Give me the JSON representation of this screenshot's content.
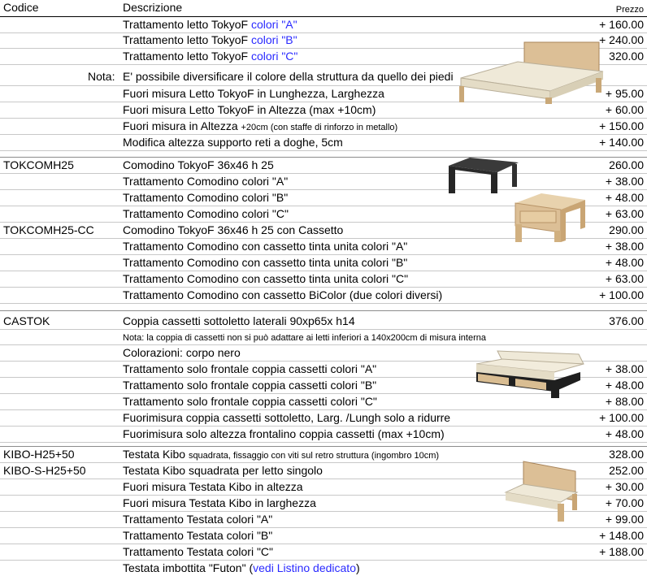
{
  "header": {
    "code": "Codice",
    "desc": "Descrizione",
    "price": "Prezzo"
  },
  "rows": [
    {
      "code": "",
      "d1": "Trattamento letto TokyoF ",
      "d2": "colori \"A\"",
      "price": "+ 160.00"
    },
    {
      "code": "",
      "d1": "Trattamento letto TokyoF ",
      "d2": "colori \"B\"",
      "price": "+ 240.00"
    },
    {
      "code": "",
      "d1": "Trattamento letto TokyoF ",
      "d2": "colori \"C\"",
      "price": "320.00"
    },
    {
      "nota": "Nota:",
      "text": "E' possibile diversificare il colore della struttura da quello dei piedi"
    },
    {
      "code": "",
      "d1": "Fuori misura Letto TokyoF in Lunghezza, Larghezza",
      "price": "+ 95.00"
    },
    {
      "code": "",
      "d1": "Fuori misura Letto TokyoF in Altezza (max +10cm)",
      "price": "+ 60.00"
    },
    {
      "code": "",
      "d1": "Fuori misura in Altezza ",
      "d2": "+20cm (con staffe di rinforzo in metallo)",
      "price": "+ 150.00"
    },
    {
      "code": "",
      "d1": "Modifica altezza supporto reti a doghe, 5cm",
      "price": "+ 140.00"
    },
    {
      "code": "TOKCOMH25",
      "d1": "Comodino TokyoF 36x46 h 25",
      "price": "260.00"
    },
    {
      "code": "",
      "d1": "Trattamento Comodino colori \"A\"",
      "price": "+ 38.00"
    },
    {
      "code": "",
      "d1": "Trattamento Comodino colori \"B\"",
      "price": "+ 48.00"
    },
    {
      "code": "",
      "d1": "Trattamento Comodino colori \"C\"",
      "price": "+ 63.00"
    },
    {
      "code": "TOKCOMH25-CC",
      "d1": "Comodino TokyoF 36x46 h 25 con Cassetto",
      "price": "290.00"
    },
    {
      "code": "",
      "d1": "Trattamento Comodino con cassetto tinta unita colori \"A\"",
      "price": "+ 38.00"
    },
    {
      "code": "",
      "d1": "Trattamento Comodino con cassetto tinta unita colori \"B\"",
      "price": "+ 48.00"
    },
    {
      "code": "",
      "d1": "Trattamento Comodino con cassetto tinta unita colori \"C\"",
      "price": "+ 63.00"
    },
    {
      "code": "",
      "d1": "Trattamento Comodino con cassetto BiColor (due colori diversi)",
      "price": "+ 100.00"
    },
    {
      "code": "CASTOK",
      "d1": "Coppia cassetti sottoletto laterali 90xp65x h14",
      "price": "376.00"
    },
    {
      "code": "",
      "note": "Nota: la coppia di cassetti non si può adattare ai letti inferiori a 140x200cm di misura interna"
    },
    {
      "code": "",
      "d1": "Colorazioni: corpo nero",
      "price": ""
    },
    {
      "code": "",
      "d1": "Trattamento solo frontale coppia cassetti colori \"A\"",
      "price": "+ 38.00"
    },
    {
      "code": "",
      "d1": "Trattamento solo frontale coppia cassetti colori \"B\"",
      "price": "+ 48.00"
    },
    {
      "code": "",
      "d1": "Trattamento solo frontale coppia cassetti colori \"C\"",
      "price": "+ 88.00"
    },
    {
      "code": "",
      "d1": "Fuorimisura coppia cassetti sottoletto, Larg. /Lungh solo a ridurre",
      "price": "+ 100.00"
    },
    {
      "code": "",
      "d1": "Fuorimisura solo altezza frontalino coppia cassetti (max +10cm)",
      "price": "+ 48.00"
    },
    {
      "code": "KIBO-H25+50",
      "d1": "Testata Kibo ",
      "d2": "squadrata, fissaggio con viti sul retro struttura (ingombro 10cm)",
      "price": "328.00"
    },
    {
      "code": "KIBO-S-H25+50",
      "d1": "Testata Kibo squadrata per letto singolo",
      "price": "252.00"
    },
    {
      "code": "",
      "d1": "Fuori misura Testata Kibo in altezza",
      "price": "+ 30.00"
    },
    {
      "code": "",
      "d1": "Fuori misura Testata Kibo in larghezza",
      "price": "+ 70.00"
    },
    {
      "code": "",
      "d1": "Trattamento Testata colori \"A\"",
      "price": "+ 99.00"
    },
    {
      "code": "",
      "d1": "Trattamento Testata colori \"B\"",
      "price": "+ 148.00"
    },
    {
      "code": "",
      "d1": "Trattamento Testata colori \"C\"",
      "price": "+ 188.00"
    },
    {
      "code": "",
      "d1": "Testata imbottita \"Futon\" (",
      "d2": "vedi Listino dedicato",
      "d3": ")",
      "price": ""
    }
  ],
  "colors": {
    "link": "#2a2aff",
    "wood": "#d9b98c",
    "mattress": "#efe9d8",
    "black": "#222222"
  }
}
